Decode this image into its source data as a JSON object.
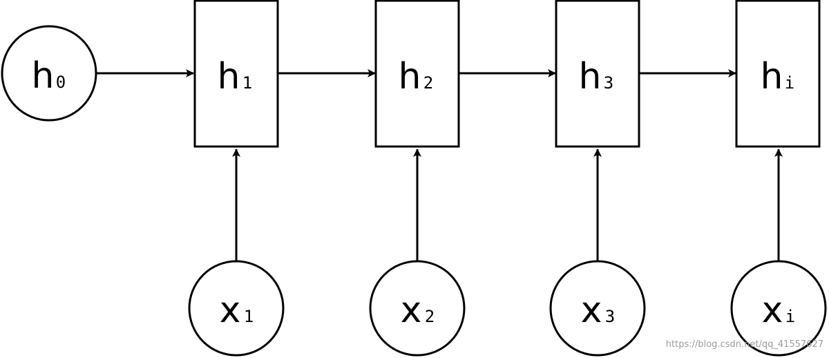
{
  "diagram": {
    "initial_state": {
      "label": "h",
      "subscript": "0"
    },
    "hidden_states": [
      {
        "label": "h",
        "subscript": "1"
      },
      {
        "label": "h",
        "subscript": "2"
      },
      {
        "label": "h",
        "subscript": "3"
      },
      {
        "label": "h",
        "subscript": "i"
      }
    ],
    "inputs": [
      {
        "label": "x",
        "subscript": "1"
      },
      {
        "label": "x",
        "subscript": "2"
      },
      {
        "label": "x",
        "subscript": "3"
      },
      {
        "label": "x",
        "subscript": "i"
      }
    ]
  },
  "watermark": "https://blog.csdn.net/qq_41557627",
  "colors": {
    "stroke": "#000000",
    "background": "#ffffff",
    "watermark": "#9a9a9a"
  }
}
